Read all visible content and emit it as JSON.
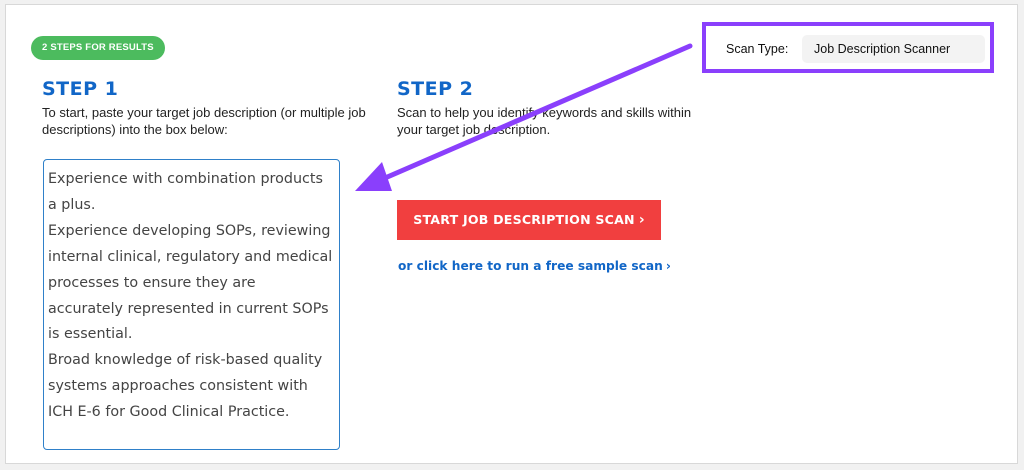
{
  "colors": {
    "badge_green": "#4cbb5e",
    "step_title_blue": "#1166c7",
    "start_button_red": "#f13f3f",
    "link_blue": "#1166c7",
    "highlight_purple": "#8a3ffc",
    "textarea_border": "#2f80c9"
  },
  "badge": {
    "label": "2 STEPS FOR RESULTS"
  },
  "step1": {
    "title": "STEP 1",
    "description": "To start, paste your target job description (or multiple job descriptions) into the box below:",
    "job_description_text": "Experience with combination products a plus.\nExperience developing SOPs, reviewing internal clinical, regulatory and medical processes to ensure they are accurately represented in current SOPs is essential.\nBroad knowledge of risk-based quality systems approaches consistent with ICH E-6 for Good Clinical Practice."
  },
  "step2": {
    "title": "STEP 2",
    "description": "Scan to help you identify keywords and skills within your target job description.",
    "start_button_label": "START JOB DESCRIPTION SCAN",
    "sample_link_label": "or click here to run a free sample scan"
  },
  "scan_type": {
    "label": "Scan Type:",
    "selected_value": "Job Description Scanner"
  },
  "icons": {
    "start_button_chevron": "chevron-right-icon",
    "sample_link_chevron": "chevron-right-icon",
    "annotation_arrow": "arrow-icon"
  },
  "glyphs": {
    "chevron_right": "›"
  }
}
